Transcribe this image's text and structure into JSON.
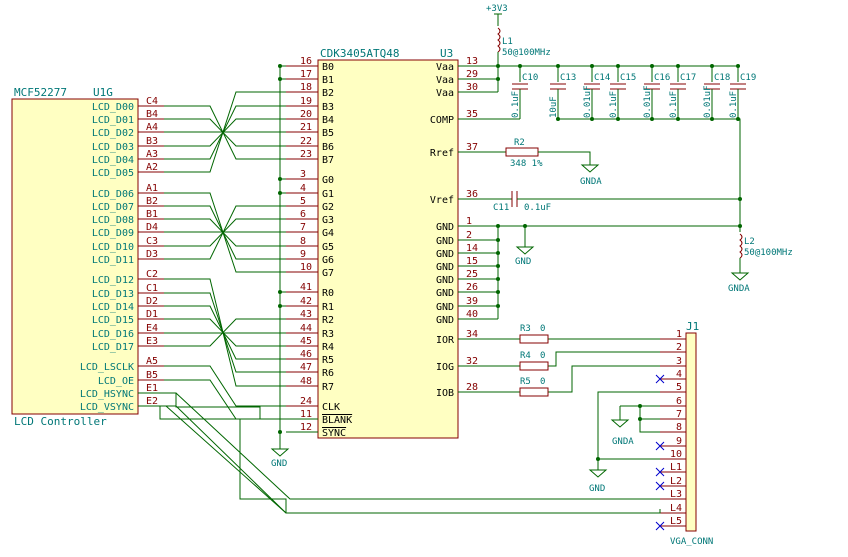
{
  "u1": {
    "part": "MCF52277",
    "ref": "U1G",
    "footer": "LCD Controller",
    "pins": [
      {
        "name": "LCD_D00",
        "ball": "C4"
      },
      {
        "name": "LCD_D01",
        "ball": "B4"
      },
      {
        "name": "LCD_D02",
        "ball": "A4"
      },
      {
        "name": "LCD_D03",
        "ball": "B3"
      },
      {
        "name": "LCD_D04",
        "ball": "A3"
      },
      {
        "name": "LCD_D05",
        "ball": "A2"
      },
      {
        "name": "LCD_D06",
        "ball": "A1"
      },
      {
        "name": "LCD_D07",
        "ball": "B2"
      },
      {
        "name": "LCD_D08",
        "ball": "B1"
      },
      {
        "name": "LCD_D09",
        "ball": "D4"
      },
      {
        "name": "LCD_D10",
        "ball": "C3"
      },
      {
        "name": "LCD_D11",
        "ball": "D3"
      },
      {
        "name": "LCD_D12",
        "ball": "C2"
      },
      {
        "name": "LCD_D13",
        "ball": "C1"
      },
      {
        "name": "LCD_D14",
        "ball": "D2"
      },
      {
        "name": "LCD_D15",
        "ball": "D1"
      },
      {
        "name": "LCD_D16",
        "ball": "E4"
      },
      {
        "name": "LCD_D17",
        "ball": "E3"
      },
      {
        "name": "LCD_LSCLK",
        "ball": "A5"
      },
      {
        "name": "LCD_OE",
        "ball": "B5"
      },
      {
        "name": "LCD_HSYNC",
        "ball": "E1"
      },
      {
        "name": "LCD_VSYNC",
        "ball": "E2"
      }
    ]
  },
  "u3": {
    "part": "CDK3405ATQ48",
    "ref": "U3",
    "left_pins": [
      {
        "name": "B0",
        "num": "16"
      },
      {
        "name": "B1",
        "num": "17"
      },
      {
        "name": "B2",
        "num": "18"
      },
      {
        "name": "B3",
        "num": "19"
      },
      {
        "name": "B4",
        "num": "20"
      },
      {
        "name": "B5",
        "num": "21"
      },
      {
        "name": "B6",
        "num": "22"
      },
      {
        "name": "B7",
        "num": "23"
      },
      {
        "name": "G0",
        "num": "3"
      },
      {
        "name": "G1",
        "num": "4"
      },
      {
        "name": "G2",
        "num": "5"
      },
      {
        "name": "G3",
        "num": "6"
      },
      {
        "name": "G4",
        "num": "7"
      },
      {
        "name": "G5",
        "num": "8"
      },
      {
        "name": "G6",
        "num": "9"
      },
      {
        "name": "G7",
        "num": "10"
      },
      {
        "name": "R0",
        "num": "41"
      },
      {
        "name": "R1",
        "num": "42"
      },
      {
        "name": "R2",
        "num": "43"
      },
      {
        "name": "R3",
        "num": "44"
      },
      {
        "name": "R4",
        "num": "45"
      },
      {
        "name": "R5",
        "num": "46"
      },
      {
        "name": "R6",
        "num": "47"
      },
      {
        "name": "R7",
        "num": "48"
      },
      {
        "name": "CLK",
        "num": "24"
      },
      {
        "name": "BLANK",
        "num": "11"
      },
      {
        "name": "SYNC",
        "num": "12"
      }
    ],
    "right_pins": [
      {
        "name": "Vaa",
        "num": "13"
      },
      {
        "name": "Vaa",
        "num": "29"
      },
      {
        "name": "Vaa",
        "num": "30"
      },
      {
        "name": "COMP",
        "num": "35"
      },
      {
        "name": "Rref",
        "num": "37"
      },
      {
        "name": "Vref",
        "num": "36"
      },
      {
        "name": "GND",
        "num": "1"
      },
      {
        "name": "GND",
        "num": "2"
      },
      {
        "name": "GND",
        "num": "14"
      },
      {
        "name": "GND",
        "num": "15"
      },
      {
        "name": "GND",
        "num": "25"
      },
      {
        "name": "GND",
        "num": "26"
      },
      {
        "name": "GND",
        "num": "39"
      },
      {
        "name": "GND",
        "num": "40"
      },
      {
        "name": "IOR",
        "num": "34"
      },
      {
        "name": "IOG",
        "num": "32"
      },
      {
        "name": "IOB",
        "num": "28"
      }
    ]
  },
  "power": {
    "vcc": "+3V3",
    "gnd": "GND",
    "gnda": "GNDA"
  },
  "l1": {
    "ref": "L1",
    "value": "50@100MHz"
  },
  "l2": {
    "ref": "L2",
    "value": "50@100MHz"
  },
  "caps": [
    {
      "ref": "C10",
      "value": "0.1uF"
    },
    {
      "ref": "C13",
      "value": "10uF"
    },
    {
      "ref": "C14",
      "value": "0.01uF"
    },
    {
      "ref": "C15",
      "value": "0.1uF"
    },
    {
      "ref": "C16",
      "value": "0.01uF"
    },
    {
      "ref": "C17",
      "value": "0.1uF"
    },
    {
      "ref": "C18",
      "value": "0.01uF"
    },
    {
      "ref": "C19",
      "value": "0.1uF"
    }
  ],
  "c11": {
    "ref": "C11",
    "value": "0.1uF"
  },
  "r2": {
    "ref": "R2",
    "value": "348 1%"
  },
  "r3": {
    "ref": "R3",
    "value": "0"
  },
  "r4": {
    "ref": "R4",
    "value": "0"
  },
  "r5": {
    "ref": "R5",
    "value": "0"
  },
  "j1": {
    "ref": "J1",
    "value": "VGA_CONN",
    "pins": [
      "1",
      "2",
      "3",
      "4",
      "5",
      "6",
      "7",
      "8",
      "9",
      "10",
      "L1",
      "L2",
      "L3",
      "L4",
      "L5"
    ]
  }
}
